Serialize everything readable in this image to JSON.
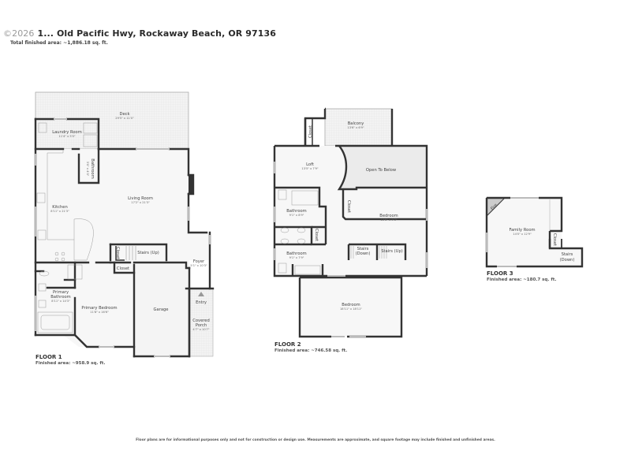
{
  "header": {
    "watermark": "©2026",
    "address": "1... Old Pacific Hwy, Rockaway Beach, OR 97136",
    "total_area": "Total finished area: ~1,886.18 sq. ft."
  },
  "floors": [
    {
      "label": "FLOOR 1",
      "area": "Finished area: ~958.9 sq. ft.",
      "rooms": [
        {
          "name": "Deck",
          "dims": "29'5\" x 11'0\""
        },
        {
          "name": "Laundry Room",
          "dims": "11'4\" x 5'0\""
        },
        {
          "name": "Bathroom",
          "dims": "3'0\" x 4'0\""
        },
        {
          "name": "Kitchen",
          "dims": "8'11\" x 21'3\""
        },
        {
          "name": "Living Room",
          "dims": "17'2\" x 21'3\""
        },
        {
          "name": "Closet",
          "dims": ""
        },
        {
          "name": "Stairs (Up)",
          "dims": ""
        },
        {
          "name": "Foyer",
          "dims": "5'1\" x 10'3\""
        },
        {
          "name": "Closet",
          "dims": ""
        },
        {
          "name": "Primary Bathroom",
          "dims": "8'11\" x 14'3\""
        },
        {
          "name": "Primary Bedroom",
          "dims": "11'8\" x 16'6\""
        },
        {
          "name": "Garage",
          "dims": ""
        },
        {
          "name": "Entry",
          "dims": ""
        },
        {
          "name": "Covered Porch",
          "dims": "4'7\" x 10'7\""
        }
      ]
    },
    {
      "label": "FLOOR 2",
      "area": "Finished area: ~746.58 sq. ft.",
      "rooms": [
        {
          "name": "Balcony",
          "dims": "13'6\" x 6'9\""
        },
        {
          "name": "Closet",
          "dims": ""
        },
        {
          "name": "Loft",
          "dims": "13'5\" x 7'9\""
        },
        {
          "name": "Open To Below",
          "dims": ""
        },
        {
          "name": "Bathroom",
          "dims": "9'1\" x 8'9\""
        },
        {
          "name": "Closet",
          "dims": ""
        },
        {
          "name": "Bedroom",
          "dims": "15'6\" x 9'3\""
        },
        {
          "name": "Closet",
          "dims": ""
        },
        {
          "name": "Bathroom",
          "dims": "9'1\" x 7'9\""
        },
        {
          "name": "Stairs (Down)",
          "dims": ""
        },
        {
          "name": "Stairs (Up)",
          "dims": ""
        },
        {
          "name": "Bedroom",
          "dims": "18'11\" x 18'11\""
        }
      ]
    },
    {
      "label": "FLOOR 3",
      "area": "Finished area: ~180.7 sq. ft.",
      "rooms": [
        {
          "name": "Family Room",
          "dims": "14'0\" x 12'9\""
        },
        {
          "name": "Fire",
          "dims": ""
        },
        {
          "name": "Closet",
          "dims": ""
        },
        {
          "name": "Stairs (Down)",
          "dims": ""
        }
      ]
    }
  ],
  "disclaimer": "Floor plans are for informational purposes only and not for construction or design use. Measurements are approximate, and square footage may include finished and unfinished areas."
}
